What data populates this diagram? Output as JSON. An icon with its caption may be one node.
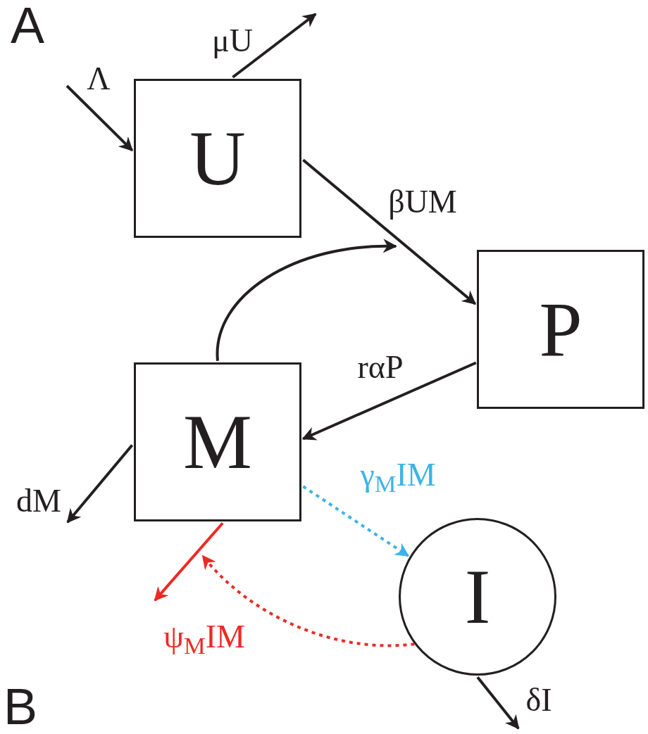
{
  "diagram": {
    "nodes": [
      {
        "text": [
          "U"
        ]
      },
      {
        "text": [
          "P"
        ]
      },
      {
        "text": [
          "M"
        ]
      },
      {
        "text": [
          "I"
        ]
      }
    ],
    "edges": [
      {
        "from": null,
        "to": 0,
        "arrow": "to",
        "label": "Λ"
      },
      {
        "from": 0,
        "to": null,
        "arrow": "to",
        "label": "μU"
      },
      {
        "from": 0,
        "to": 1,
        "arrow": "to",
        "label": "βUM"
      },
      {
        "from": 2,
        "to": null,
        "arrow": "to"
      },
      {
        "from": 1,
        "to": 2,
        "arrow": "to",
        "label": "rαP"
      },
      {
        "from": 2,
        "to": null,
        "arrow": "to",
        "label": "dM"
      },
      {
        "from": 2,
        "to": 3,
        "arrow": "to",
        "label": "γ$_{M}$IM",
        "style": "dashed",
        "color": "#3bb4e8"
      },
      {
        "from": 2,
        "to": null,
        "arrow": "to",
        "label": "ψ$_{M}$IM",
        "color": "#ee2a24"
      },
      {
        "from": 3,
        "to": null,
        "arrow": "to",
        "style": "dashed",
        "color": "#ee2a24"
      },
      {
        "from": 3,
        "to": null,
        "arrow": "to",
        "label": "δI"
      }
    ],
    "labels": [
      "A",
      "B"
    ]
  }
}
